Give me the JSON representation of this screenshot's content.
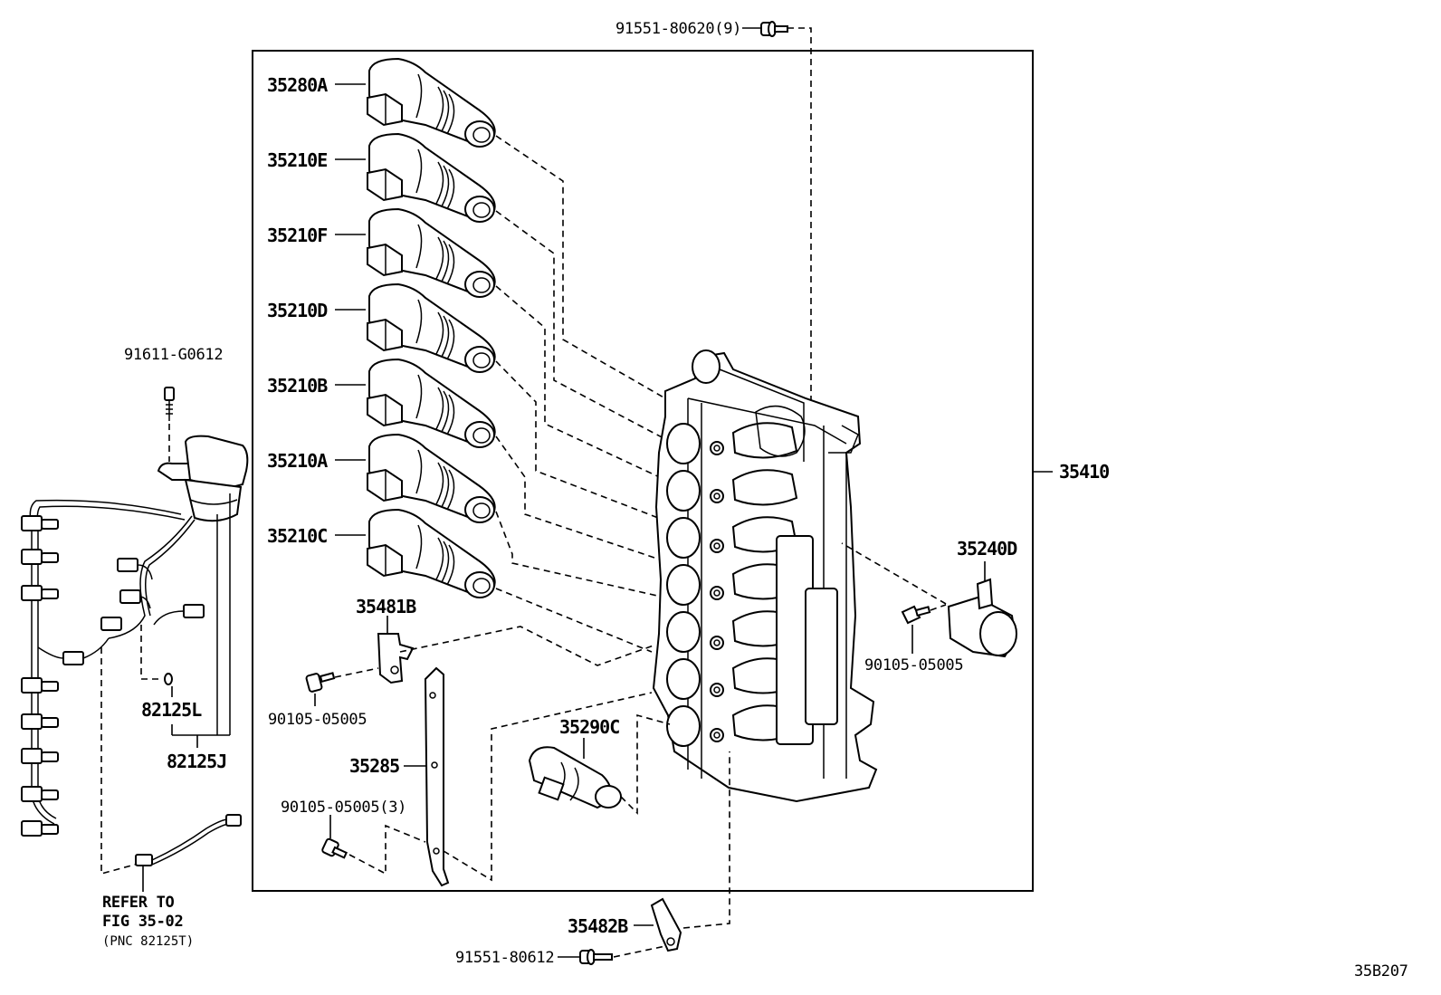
{
  "labels": {
    "p91551_80620": "91551-80620(9)",
    "p35280A": "35280A",
    "p35210E": "35210E",
    "p35210F": "35210F",
    "p35210D": "35210D",
    "p35210B": "35210B",
    "p35210A": "35210A",
    "p35210C": "35210C",
    "p35410": "35410",
    "p91611": "91611-G0612",
    "p35481B": "35481B",
    "p90105_a": "90105-05005",
    "p82125L": "82125L",
    "p82125J": "82125J",
    "p35285": "35285",
    "p35290C": "35290C",
    "p90105_3": "90105-05005(3)",
    "p35240D": "35240D",
    "p90105_b": "90105-05005",
    "refer_line1": "REFER TO",
    "refer_line2": "FIG 35-02",
    "refer_line3": "(PNC 82125T)",
    "p35482B": "35482B",
    "p91551_80612": "91551-80612",
    "figure_code": "35B207"
  },
  "icons": [
    "solenoid-valve-icon",
    "valve-body-icon",
    "bolt-icon",
    "wire-harness-icon",
    "plate-icon",
    "bracket-icon"
  ]
}
